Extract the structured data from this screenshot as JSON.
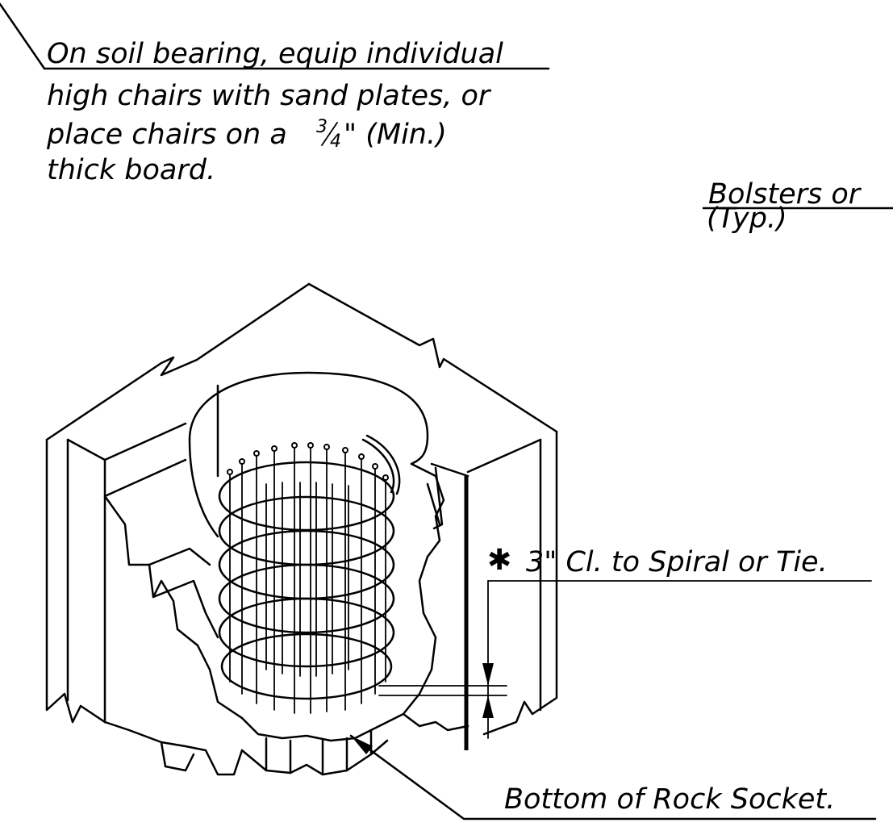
{
  "notes": {
    "chairs_line1": "On soil bearing, equip individual",
    "chairs_line2": "high chairs with sand plates, or",
    "chairs_line3_a": "place chairs on a",
    "chairs_fraction_num": "3",
    "chairs_fraction_den": "4",
    "chairs_line3_b": "\" (Min.)",
    "chairs_line4": "thick board.",
    "bolsters_line1": "Bolsters or",
    "bolsters_line2": "(Typ.)",
    "clearance": "3\" Cl. to Spiral or Tie.",
    "clearance_symbol": "✱",
    "bottom": "Bottom of Rock Socket."
  }
}
